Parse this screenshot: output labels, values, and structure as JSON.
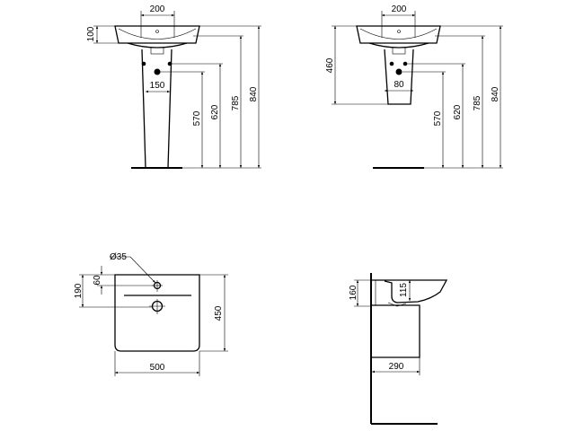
{
  "views": {
    "pedestal_front": {
      "width_200": "200",
      "depth_100": "100",
      "width_150": "150",
      "h570": "570",
      "h620": "620",
      "h785": "785",
      "h840": "840"
    },
    "semipedestal_front": {
      "width_200": "200",
      "h460": "460",
      "width_80": "80",
      "h570": "570",
      "h620": "620",
      "h785": "785",
      "h840": "840"
    },
    "plan": {
      "dia35": "Ø35",
      "d60": "60",
      "d190": "190",
      "d450": "450",
      "w500": "500"
    },
    "side": {
      "h160": "160",
      "h115": "115",
      "d290": "290"
    }
  }
}
